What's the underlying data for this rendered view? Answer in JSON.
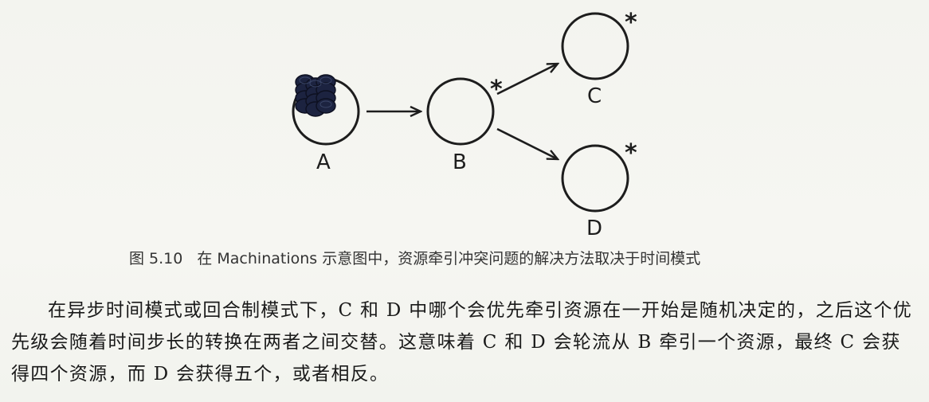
{
  "diagram": {
    "nodes": [
      {
        "id": "A",
        "label": "A",
        "has_resources": true,
        "priority_marker": ""
      },
      {
        "id": "B",
        "label": "B",
        "has_resources": false,
        "priority_marker": "*"
      },
      {
        "id": "C",
        "label": "C",
        "has_resources": false,
        "priority_marker": "*"
      },
      {
        "id": "D",
        "label": "D",
        "has_resources": false,
        "priority_marker": "*"
      }
    ],
    "edges": [
      {
        "from": "A",
        "to": "B"
      },
      {
        "from": "B",
        "to": "C"
      },
      {
        "from": "B",
        "to": "D"
      }
    ],
    "colors": {
      "line": "#1d1d1d",
      "resource": "#1c2340"
    }
  },
  "caption": {
    "number": "图 5.10",
    "text": "在 Machinations 示意图中，资源牵引冲突问题的解决方法取决于时间模式"
  },
  "body": {
    "paragraph": "在异步时间模式或回合制模式下，C 和 D 中哪个会优先牵引资源在一开始是随机决定的，之后这个优先级会随着时间步长的转换在两者之间交替。这意味着 C 和 D 会轮流从 B 牵引一个资源，最终 C 会获得四个资源，而 D 会获得五个，或者相反。"
  }
}
